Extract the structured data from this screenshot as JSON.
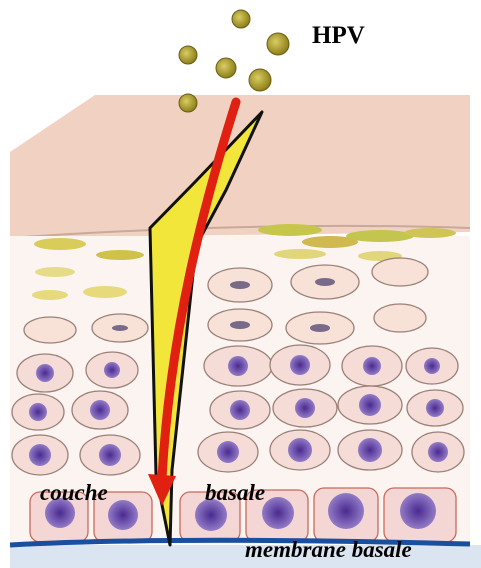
{
  "title": "HPV",
  "labels": {
    "basal_layer_left": "couche",
    "basal_layer_right": "basale",
    "basement_membrane": "membrane basale"
  },
  "colors": {
    "virus_particle": "#9a8a1e",
    "horny_layer": "#ecc4b0",
    "arrow": "#e02010",
    "lesion_path": "#f2e63a",
    "nucleus": "#6a4aa8",
    "basement_membrane": "#1a4fa0",
    "dermis": "#dbe5f2"
  }
}
